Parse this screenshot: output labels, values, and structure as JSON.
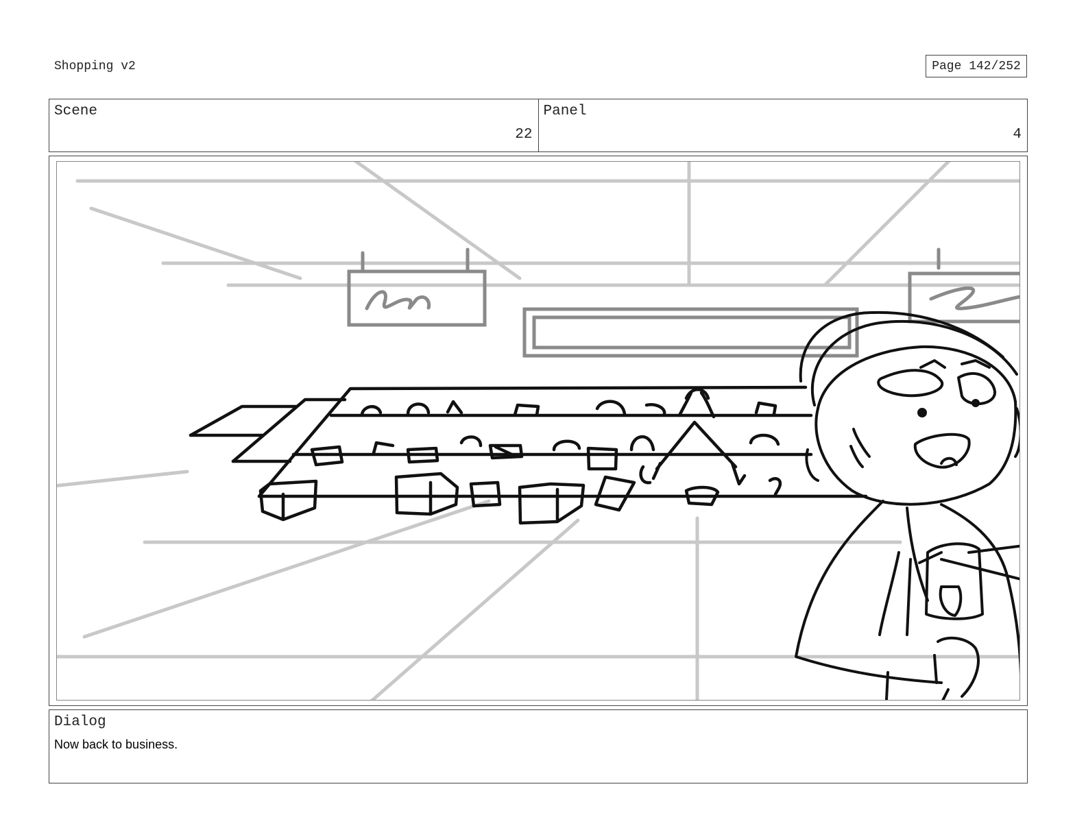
{
  "header": {
    "title": "Shopping v2",
    "page_label": "Page 142/252"
  },
  "info": {
    "scene_label": "Scene",
    "scene_value": "22",
    "panel_label": "Panel",
    "panel_value": "4"
  },
  "dialog": {
    "label": "Dialog",
    "text": "Now back to business."
  },
  "colors": {
    "guide_lines": "#c8c8c8",
    "sign_lines": "#8a8a8a",
    "ink": "#111111"
  }
}
